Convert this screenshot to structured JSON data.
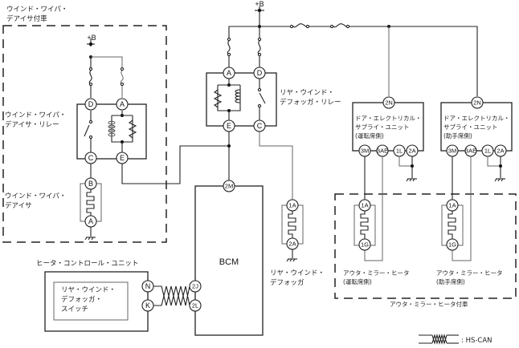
{
  "diagram": {
    "power_label": "+B",
    "groups": {
      "wiper_deicer_equipped": "ウインド・ワイパ・\nデアイサ付車",
      "outer_mirror_heater_equipped": "アウタ・ミラー・ヒータ付車"
    },
    "components": {
      "wiper_deicer_relay": "ウインド・ワイパ・\nデアイサ・リレー",
      "wiper_deicer": "ウインド・ワイパ・\nデアイサ",
      "rear_defogger_relay": "リヤ・ウインド・\nデフォッガ・リレー",
      "rear_defogger": "リヤ・ウインド・\nデフォッガ",
      "bcm": "BCM",
      "heater_control_unit": "ヒータ・コントロール・ユニット",
      "rear_defogger_switch": "リヤ・ウインド・\nデフォッガ・\nスイッチ",
      "door_unit_driver": "ドア・エレクトリカル・\nサプライ・ユニット\n(運転席側)",
      "door_unit_passenger": "ドア・エレクトリカル・\nサプライ・ユニット\n(助手席側)",
      "mirror_heater_driver": "アウタ・ミラー・ヒータ\n(運転席側)",
      "mirror_heater_passenger": "アウタ・ミラー・ヒータ\n(助手席側)"
    },
    "pins": {
      "wiper_relay": [
        "D",
        "A",
        "C",
        "E"
      ],
      "wiper_deicer": [
        "B",
        "A"
      ],
      "defogger_relay": [
        "A",
        "D",
        "E",
        "C"
      ],
      "bcm": [
        "2M",
        "2J",
        "2L"
      ],
      "heater_unit": [
        "N",
        "K"
      ],
      "defogger": [
        "1A",
        "2A"
      ],
      "door_unit": [
        "2N",
        "3M",
        "3AE",
        "1L",
        "2A"
      ],
      "mirror_heater": [
        "1A",
        "1G"
      ]
    },
    "legend": {
      "label": ": HS-CAN"
    }
  }
}
